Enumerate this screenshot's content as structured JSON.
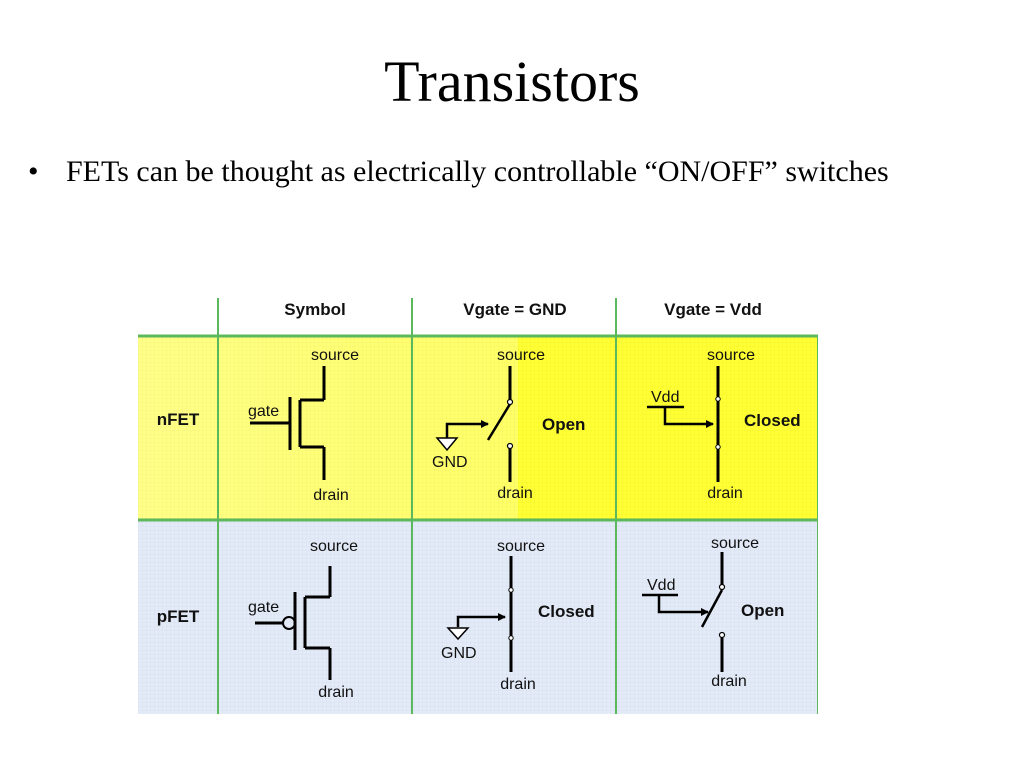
{
  "slide": {
    "title": "Transistors",
    "bullets": [
      {
        "marker": "•",
        "text": "FETs can be thought as electrically controllable “ON/OFF” switches"
      }
    ]
  },
  "table": {
    "headers": [
      "",
      "Symbol",
      "Vgate = GND",
      "Vgate = Vdd"
    ],
    "colors": {
      "nfet_bg": "#ffff33",
      "nfet_bg_light": "#ffff88",
      "pfet_bg": "#dde6f7",
      "grid": "#5cb85c",
      "line": "#000000"
    },
    "rows": [
      {
        "label": "nFET",
        "symbol": {
          "source": "source",
          "gate": "gate",
          "drain": "drain"
        },
        "gnd_case": {
          "source": "source",
          "drain": "drain",
          "control": "GND",
          "state": "Open"
        },
        "vdd_case": {
          "source": "source",
          "drain": "drain",
          "control": "Vdd",
          "state": "Closed"
        }
      },
      {
        "label": "pFET",
        "symbol": {
          "source": "source",
          "gate": "gate",
          "drain": "drain"
        },
        "gnd_case": {
          "source": "source",
          "drain": "drain",
          "control": "GND",
          "state": "Closed"
        },
        "vdd_case": {
          "source": "source",
          "drain": "drain",
          "control": "Vdd",
          "state": "Open"
        }
      }
    ]
  }
}
